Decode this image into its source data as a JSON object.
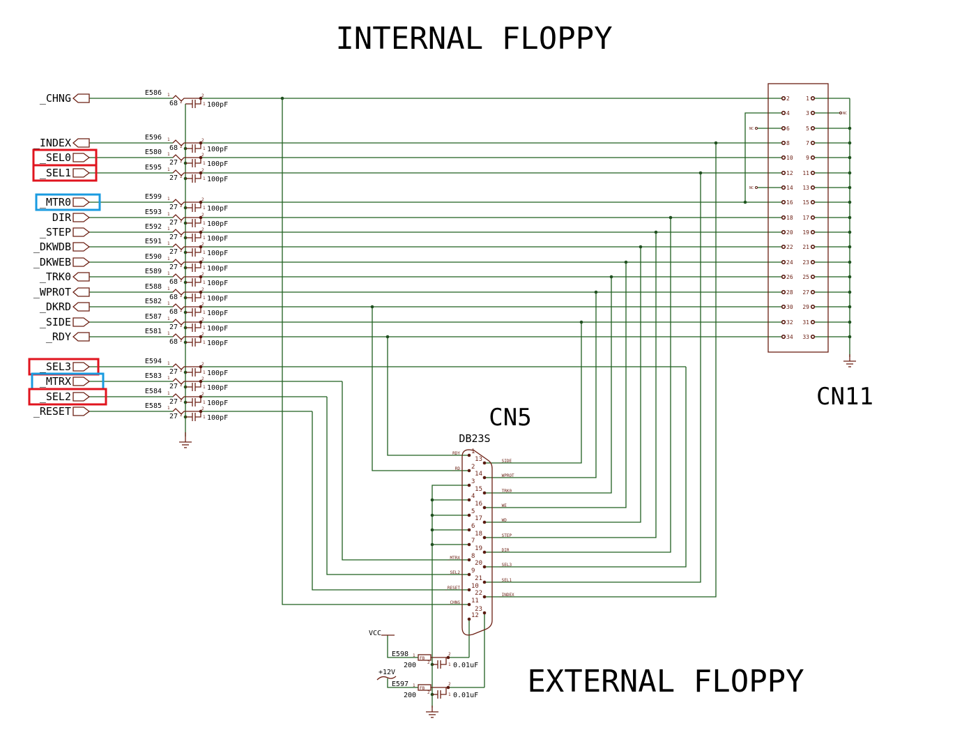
{
  "titles": {
    "internal": "INTERNAL FLOPPY",
    "external": "EXTERNAL FLOPPY",
    "cn11": "CN11",
    "cn5": "CN5",
    "db23s": "DB23S"
  },
  "signals": [
    {
      "name": "_CHNG",
      "dir": "in",
      "ref": "E586",
      "res": "68",
      "cap": "100pF",
      "highlight": ""
    },
    {
      "name": "_INDEX",
      "dir": "in",
      "ref": "E596",
      "res": "68",
      "cap": "100pF",
      "highlight": ""
    },
    {
      "name": "_SEL0",
      "dir": "out",
      "ref": "E580",
      "res": "27",
      "cap": "100pF",
      "highlight": "red"
    },
    {
      "name": "_SEL1",
      "dir": "out",
      "ref": "E595",
      "res": "27",
      "cap": "100pF",
      "highlight": "red"
    },
    {
      "name": "_MTR0",
      "dir": "out",
      "ref": "E599",
      "res": "27",
      "cap": "100pF",
      "highlight": "blue"
    },
    {
      "name": "DIR",
      "dir": "out",
      "ref": "E593",
      "res": "27",
      "cap": "100pF",
      "highlight": ""
    },
    {
      "name": "_STEP",
      "dir": "out",
      "ref": "E592",
      "res": "27",
      "cap": "100pF",
      "highlight": ""
    },
    {
      "name": "_DKWDB",
      "dir": "out",
      "ref": "E591",
      "res": "27",
      "cap": "100pF",
      "highlight": ""
    },
    {
      "name": "_DKWEB",
      "dir": "out",
      "ref": "E590",
      "res": "27",
      "cap": "100pF",
      "highlight": ""
    },
    {
      "name": "_TRK0",
      "dir": "in",
      "ref": "E589",
      "res": "68",
      "cap": "100pF",
      "highlight": ""
    },
    {
      "name": "_WPROT",
      "dir": "in",
      "ref": "E588",
      "res": "68",
      "cap": "100pF",
      "highlight": ""
    },
    {
      "name": "_DKRD",
      "dir": "in",
      "ref": "E582",
      "res": "68",
      "cap": "100pF",
      "highlight": ""
    },
    {
      "name": "_SIDE",
      "dir": "out",
      "ref": "E587",
      "res": "27",
      "cap": "100pF",
      "highlight": ""
    },
    {
      "name": "_RDY",
      "dir": "in",
      "ref": "E581",
      "res": "68",
      "cap": "100pF",
      "highlight": ""
    },
    {
      "name": "_SEL3",
      "dir": "out",
      "ref": "E594",
      "res": "27",
      "cap": "100pF",
      "highlight": "red"
    },
    {
      "name": "_MTRX",
      "dir": "out",
      "ref": "E583",
      "res": "27",
      "cap": "100pF",
      "highlight": "blue"
    },
    {
      "name": "_SEL2",
      "dir": "out",
      "ref": "E584",
      "res": "27",
      "cap": "100pF",
      "highlight": "red"
    },
    {
      "name": "_RESET",
      "dir": "out",
      "ref": "E585",
      "res": "27",
      "cap": "100pF",
      "highlight": ""
    }
  ],
  "cn11": {
    "left_pins": [
      "2",
      "4",
      "6",
      "8",
      "10",
      "12",
      "14",
      "16",
      "18",
      "20",
      "22",
      "24",
      "26",
      "28",
      "30",
      "32",
      "34"
    ],
    "right_pins": [
      "1",
      "3",
      "5",
      "7",
      "9",
      "11",
      "13",
      "15",
      "17",
      "19",
      "21",
      "23",
      "25",
      "27",
      "29",
      "31",
      "33"
    ],
    "nc_label": "NC"
  },
  "cn5": {
    "left_pins": [
      {
        "num": "1",
        "label": "_RDY"
      },
      {
        "num": "2",
        "label": "_RD"
      },
      {
        "num": "3",
        "label": ""
      },
      {
        "num": "4",
        "label": ""
      },
      {
        "num": "5",
        "label": ""
      },
      {
        "num": "6",
        "label": ""
      },
      {
        "num": "7",
        "label": ""
      },
      {
        "num": "8",
        "label": "_MTRX"
      },
      {
        "num": "9",
        "label": "_SEL2"
      },
      {
        "num": "10",
        "label": "_RESET"
      },
      {
        "num": "11",
        "label": "_CHNG"
      },
      {
        "num": "12",
        "label": ""
      }
    ],
    "right_pins": [
      {
        "num": "13",
        "label": "_SIDE"
      },
      {
        "num": "14",
        "label": "_WPROT"
      },
      {
        "num": "15",
        "label": "_TRK0"
      },
      {
        "num": "16",
        "label": "_WE"
      },
      {
        "num": "17",
        "label": "_WD"
      },
      {
        "num": "18",
        "label": "_STEP"
      },
      {
        "num": "19",
        "label": "_DIR"
      },
      {
        "num": "20",
        "label": "_SEL3"
      },
      {
        "num": "21",
        "label": "_SEL1"
      },
      {
        "num": "22",
        "label": "_INDEX"
      },
      {
        "num": "23",
        "label": ""
      }
    ]
  },
  "power": [
    {
      "net": "VCC",
      "ref": "E598",
      "type": "FB",
      "value": "200",
      "cap": "0.01uF"
    },
    {
      "net": "+12V",
      "ref": "E597",
      "type": "FB",
      "value": "200",
      "cap": "0.01uF"
    }
  ],
  "pin_marks": {
    "one": "1",
    "two": "2"
  },
  "colors": {
    "wire": "#1f5f1f",
    "component": "#6b1e12",
    "highlight_red": "#e0141e",
    "highlight_blue": "#1a9be0"
  }
}
